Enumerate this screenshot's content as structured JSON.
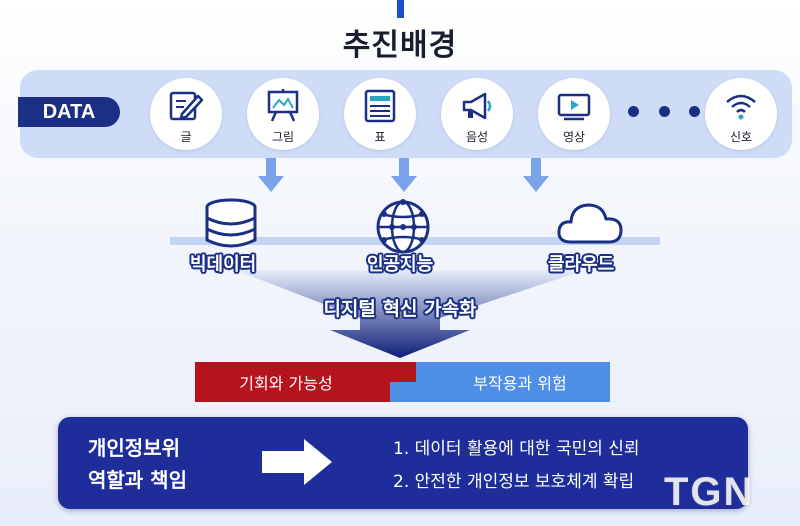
{
  "title": "추진배경",
  "data_badge": "DATA",
  "data_items": [
    {
      "label": "글",
      "icon": "pen-note-icon"
    },
    {
      "label": "그림",
      "icon": "easel-icon"
    },
    {
      "label": "표",
      "icon": "table-icon"
    },
    {
      "label": "음성",
      "icon": "megaphone-icon"
    },
    {
      "label": "영상",
      "icon": "video-icon"
    },
    {
      "label": "신호",
      "icon": "wifi-icon"
    }
  ],
  "technologies": [
    {
      "label": "빅데이터",
      "icon": "database-icon"
    },
    {
      "label": "인공지능",
      "icon": "globe-network-icon"
    },
    {
      "label": "클라우드",
      "icon": "cloud-icon"
    }
  ],
  "acceleration": "디지털 혁신 가속화",
  "outcomes": {
    "opportunity": "기회와 가능성",
    "risk": "부작용과 위험"
  },
  "role": {
    "title_line1": "개인정보위",
    "title_line2": "역할과 책임",
    "items": [
      "1. 데이터 활용에 대한 국민의 신뢰",
      "2. 안전한 개인정보 보호체계 확립"
    ]
  },
  "watermark": "TGN",
  "colors": {
    "navy": "#1b2f85",
    "panel": "#cfdcf7",
    "red": "#b7131c",
    "blue": "#4e8ee6",
    "role_box": "#1e2d9a"
  }
}
